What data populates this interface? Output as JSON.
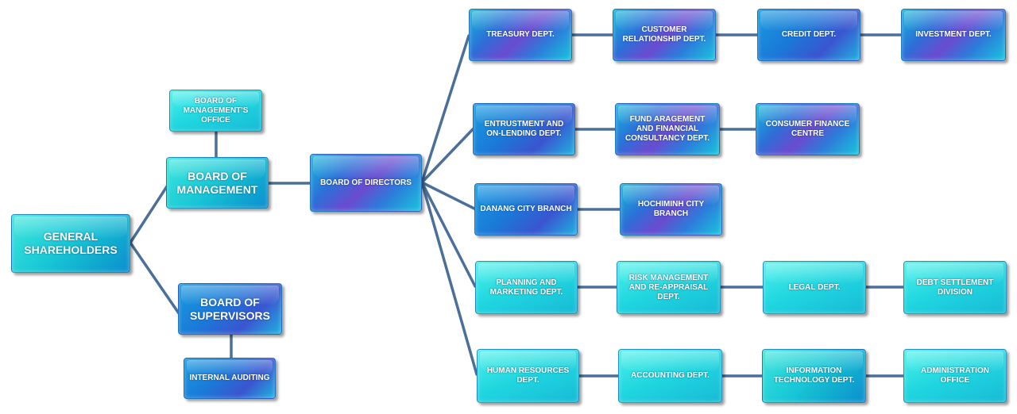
{
  "nodes": {
    "general_shareholders": "GENERAL SHAREHOLDERS",
    "board_of_management_office": "BOARD OF MANAGEMENT'S OFFICE",
    "board_of_management": "BOARD OF MANAGEMENT",
    "board_of_supervisors": "BOARD OF SUPERVISORS",
    "internal_auditing": "INTERNAL AUDITING",
    "board_of_directors": "BOARD OF DIRECTORS",
    "treasury": "TREASURY DEPT.",
    "customer_relationship": "CUSTOMER RELATIONSHIP DEPT.",
    "credit": "CREDIT DEPT.",
    "investment": "INVESTMENT DEPT.",
    "entrustment": "ENTRUSTMENT AND ON-LENDING DEPT.",
    "fund_arrangement": "FUND ARAGEMENT AND FINANCIAL CONSULTANCY DEPT.",
    "consumer_finance": "CONSUMER FINANCE CENTRE",
    "danang_branch": "DANANG CITY BRANCH",
    "hochiminh_branch": "HOCHIMINH CITY BRANCH",
    "planning_marketing": "PLANNING AND MARKETING DEPT.",
    "risk_management": "RISK MANAGEMENT AND RE-APPRAISAL DEPT.",
    "legal": "LEGAL DEPT.",
    "debt_settlement": "DEBT SETTLEMENT DIVISION",
    "human_resources": "HUMAN RESOURCES DEPT.",
    "accounting": "ACCOUNTING DEPT.",
    "information_technology": "INFORMATION TECHNOLOGY DEPT.",
    "administration": "ADMINISTRATION OFFICE"
  },
  "colors": {
    "connector": "#4a6f9a",
    "teal": "#19c9d6",
    "blue": "#1a7ad8",
    "purple": "#6a4bd0"
  }
}
